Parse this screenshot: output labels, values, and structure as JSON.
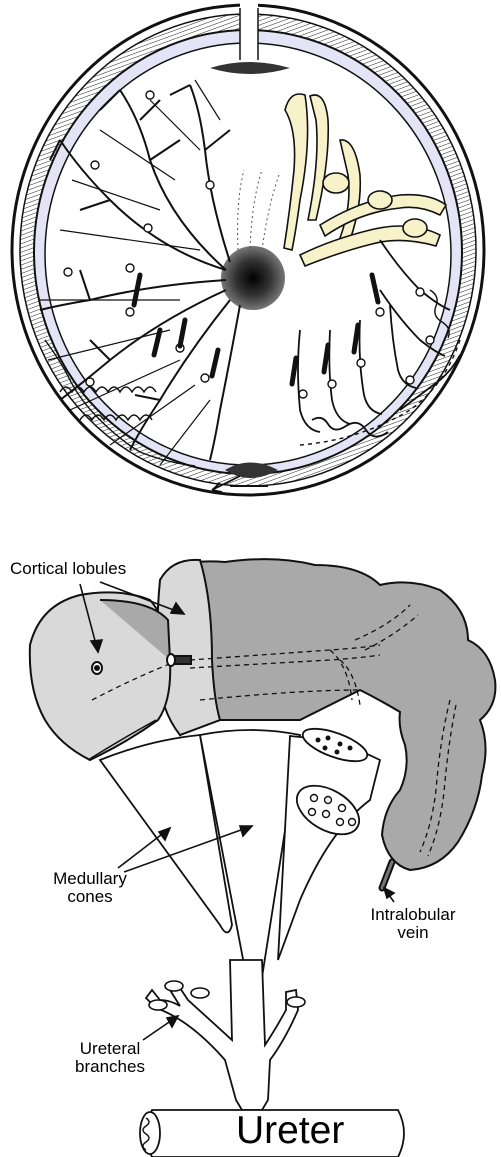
{
  "colors": {
    "capsule_light": "#e4e4f6",
    "lobule_gray": "#a9a9a9",
    "lobule_light": "#d9d9d9",
    "tubule_cream": "#f7f2c9",
    "ink": "#111111"
  },
  "labels": {
    "cortical_lobules": "Cortical lobules",
    "medullary_cones": {
      "line1": "Medullary",
      "line2": "cones"
    },
    "intralobular_vein": {
      "line1": "Intralobular",
      "line2": "vein"
    },
    "ureteral_branches": {
      "line1": "Ureteral",
      "line2": "branches"
    },
    "ureter": "Ureter"
  }
}
